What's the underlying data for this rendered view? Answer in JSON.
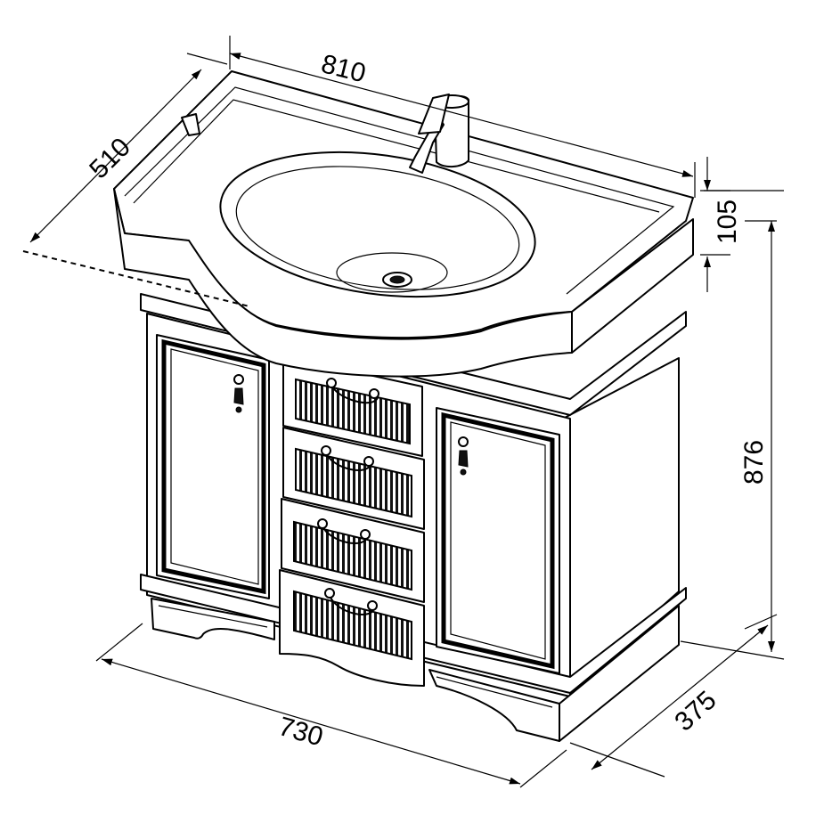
{
  "dimensions": {
    "width_top": "810",
    "depth_top": "510",
    "basin_height": "105",
    "total_height": "876",
    "cabinet_width": "730",
    "cabinet_depth": "375"
  }
}
